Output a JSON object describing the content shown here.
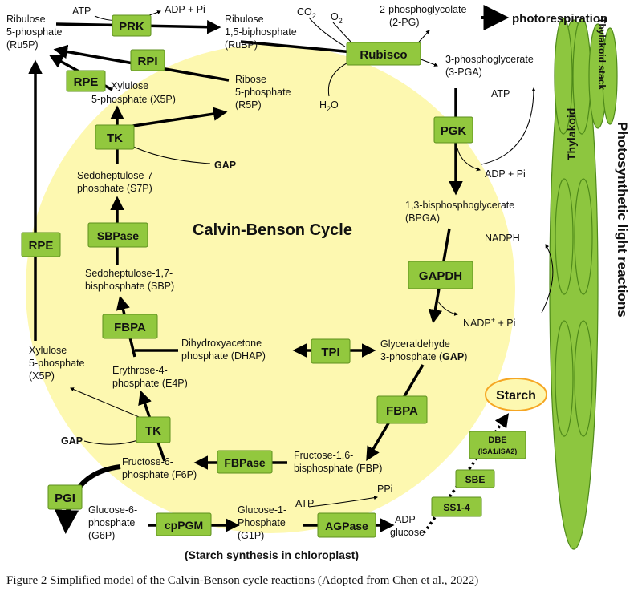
{
  "title": "Calvin-Benson Cycle",
  "caption": "Figure 2 Simplified model of the Calvin-Benson cycle reactions (Adopted from Chen et al., 2022)",
  "enzymes": {
    "prk": "PRK",
    "rpi": "RPI",
    "rpe_top": "RPE",
    "rpe_left": "RPE",
    "rubisco": "Rubisco",
    "pgk": "PGK",
    "gapdh": "GAPDH",
    "tpi": "TPI",
    "fbpa_right": "FBPA",
    "fbpa_left": "FBPA",
    "tk_top": "TK",
    "tk_bottom": "TK",
    "sbpase": "SBPase",
    "fbpase": "FBPase",
    "pgi": "PGI",
    "cppgm": "cpPGM",
    "agpase": "AGPase",
    "ss14": "SS1-4",
    "sbe": "SBE",
    "dbe": "DBE",
    "dbe_sub": "(ISA1/ISA2)"
  },
  "metabolites": {
    "ru5p": [
      "Ribulose",
      "5-phosphate",
      "(Ru5P)"
    ],
    "rubp": [
      "Ribulose",
      "1,5-biphosphate",
      "(RuBP)"
    ],
    "x5p_top": [
      "Xylulose",
      "5-phosphate (X5P)"
    ],
    "r5p": [
      "Ribose",
      "5-phosphate",
      "(R5P)"
    ],
    "s7p": [
      "Sedoheptulose-7-",
      "phosphate (S7P)"
    ],
    "sbp": [
      "Sedoheptulose-1,7-",
      "bisphosphate (SBP)"
    ],
    "pg2": [
      "2-phosphoglycolate",
      "(2-PG)"
    ],
    "pga3": [
      "3-phosphoglycerate",
      "(3-PGA)"
    ],
    "bpga": [
      "1,3-bisphosphoglycerate",
      "(BPGA)"
    ],
    "gap_main": [
      "Glyceraldehyde",
      "3-phosphate ("
    ],
    "gap_bold": "GAP",
    "gap_close": ")",
    "dhap": [
      "Dihydroxyacetone",
      "phosphate (DHAP)"
    ],
    "e4p": [
      "Erythrose-4-",
      "phosphate (E4P)"
    ],
    "x5p_left": [
      "Xylulose",
      "5-phosphate",
      "(X5P)"
    ],
    "fbp": [
      "Fructose-1,6-",
      "bisphosphate (FBP)"
    ],
    "f6p": [
      "Fructose-6-",
      "phosphate (F6P)"
    ],
    "g6p": [
      "Glucose-6-",
      "phosphate",
      "(G6P)"
    ],
    "g1p": [
      "Glucose-1-",
      "Phosphate",
      "(G1P)"
    ],
    "adpglc": [
      "ADP-",
      "glucose"
    ],
    "starch": "Starch"
  },
  "cofactors": {
    "atp1": "ATP",
    "adppi1": "ADP + Pi",
    "co2": "CO",
    "co2_sub": "2",
    "o2": "O",
    "o2_sub": "2",
    "h2o": "H",
    "h2o_sub": "2",
    "h2o_end": "O",
    "atp2": "ATP",
    "adppi2": "ADP + Pi",
    "nadph": "NADPH",
    "nadp": "NADP",
    "nadp_sup": "+",
    "nadp_end": " + Pi",
    "gap_top": "GAP",
    "gap_bottom": "GAP",
    "atp3": "ATP",
    "ppi": "PPi"
  },
  "labels": {
    "photorespiration": "photorespiration",
    "thylakoid": "Thylakoid",
    "thylakoid_stack": "Thylakoid stack",
    "light_reactions": "Photosynthetic light reactions",
    "starch_synthesis": "(Starch synthesis in chloroplast)"
  }
}
